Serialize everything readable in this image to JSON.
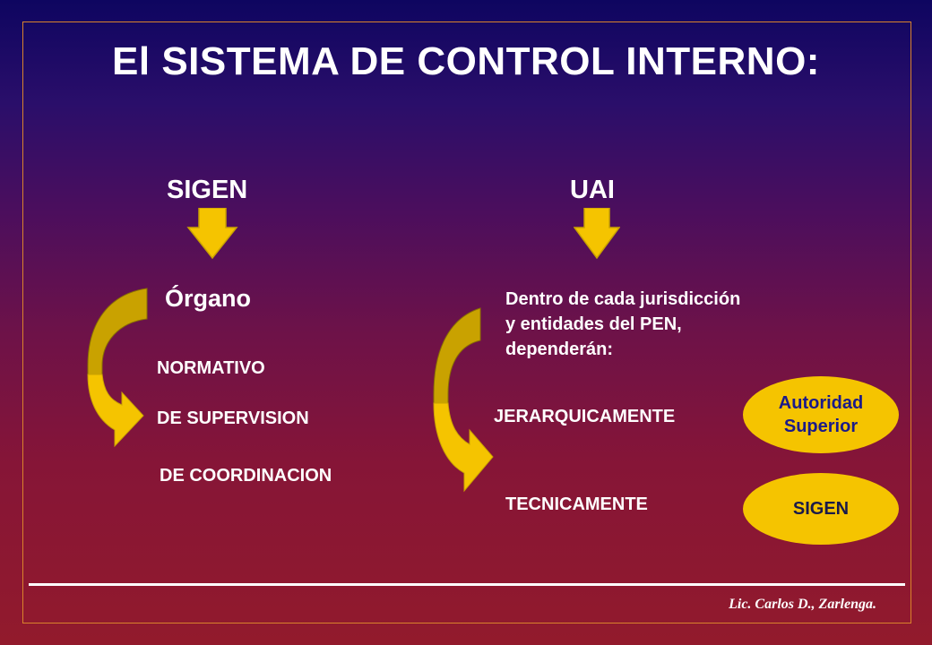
{
  "title": "El SISTEMA DE CONTROL INTERNO:",
  "left": {
    "heading": "SIGEN",
    "subheading": "Órgano",
    "items": [
      "NORMATIVO",
      "DE SUPERVISION",
      "DE COORDINACION"
    ]
  },
  "right": {
    "heading": "UAI",
    "description_lines": [
      "Dentro de cada jurisdicción",
      "y entidades del PEN,",
      "dependerán:"
    ],
    "rows": [
      {
        "label": "JERARQUICAMENTE",
        "oval_lines": [
          "Autoridad",
          "Superior"
        ]
      },
      {
        "label": "TECNICAMENTE",
        "oval_lines": [
          "SIGEN"
        ]
      }
    ]
  },
  "footer": "Lic. Carlos D., Zarlenga.",
  "colors": {
    "accent": "#f5c400",
    "frame": "#d9822b",
    "arrow_dark": "#c9a200"
  }
}
